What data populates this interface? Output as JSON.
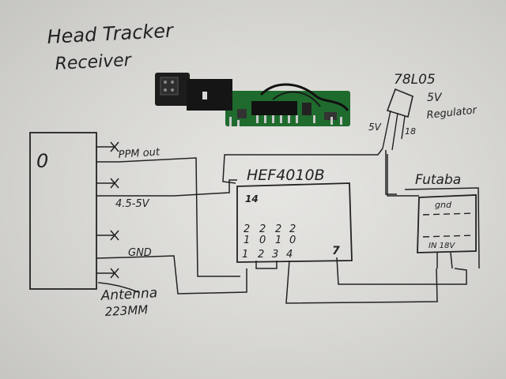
{
  "title_line1": "Head Tracker",
  "title_line2": "Receiver",
  "regulator_part": "78L05",
  "regulator_desc_line1": "5V",
  "regulator_desc_line2": "Regulator",
  "reg_pin_5v": "5V",
  "reg_pin_18": "18",
  "receiver_mark": "0",
  "ppm_label": "PPM out",
  "supply_label": "4.5-5V",
  "gnd_label": "GND",
  "antenna_line1": "Antenna",
  "antenna_line2": "223MM",
  "chip_label": "HEF4010B",
  "chip_pin_top": "14",
  "chip_pins_row1": [
    "2",
    "2",
    "2",
    "2"
  ],
  "chip_pins_row2": [
    "1",
    "0",
    "1",
    "0"
  ],
  "chip_pins_row3": [
    "1",
    "2",
    "3",
    "4"
  ],
  "chip_pin_7": "7",
  "futaba_label": "Futaba",
  "futaba_gnd": "gnd",
  "futaba_pins": "IN 18V"
}
